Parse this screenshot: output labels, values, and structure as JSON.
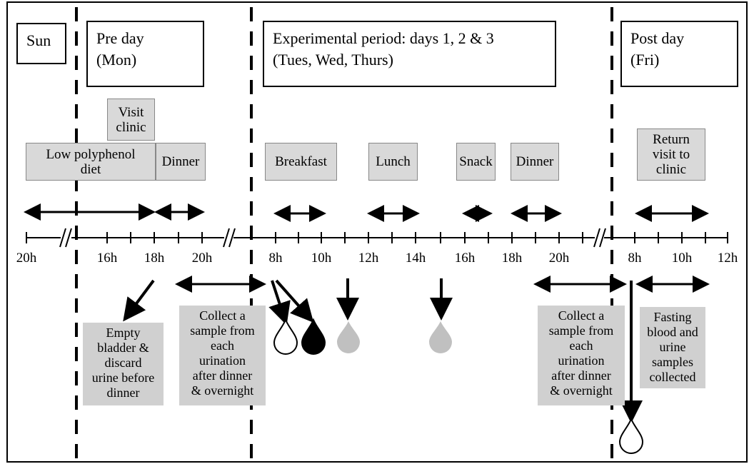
{
  "periods": {
    "sun": "Sun",
    "pre_day": [
      "Pre day",
      "(Mon)"
    ],
    "experimental": [
      "Experimental period: days 1, 2 & 3",
      "(Tues, Wed, Thurs)"
    ],
    "post_day": [
      "Post day",
      "(Fri)"
    ]
  },
  "activities": {
    "visit_clinic": [
      "Visit",
      "clinic"
    ],
    "low_polyphenol_diet": [
      "Low polyphenol",
      "diet"
    ],
    "dinner_pre": "Dinner",
    "breakfast": "Breakfast",
    "lunch": "Lunch",
    "snack": "Snack",
    "dinner_exp": "Dinner",
    "return_visit": [
      "Return",
      "visit to",
      "clinic"
    ]
  },
  "ticks": [
    "20h",
    "16h",
    "18h",
    "20h",
    "8h",
    "10h",
    "12h",
    "14h",
    "16h",
    "18h",
    "20h",
    "8h",
    "10h",
    "12h"
  ],
  "notes": {
    "empty_bladder": [
      "Empty",
      "bladder &",
      "discard",
      "urine before",
      "dinner"
    ],
    "collect_pre": [
      "Collect a",
      "sample from",
      "each",
      "urination",
      "after dinner",
      "& overnight"
    ],
    "collect_exp": [
      "Collect a",
      "sample from",
      "each",
      "urination",
      "after dinner",
      "& overnight"
    ],
    "fasting": [
      "Fasting",
      "blood and",
      "urine",
      "samples",
      "collected"
    ]
  },
  "colors": {
    "line": "#000000",
    "box_fill": "#d9d9d9",
    "drop_grey": "#c0c0c0",
    "drop_black": "#000000"
  }
}
